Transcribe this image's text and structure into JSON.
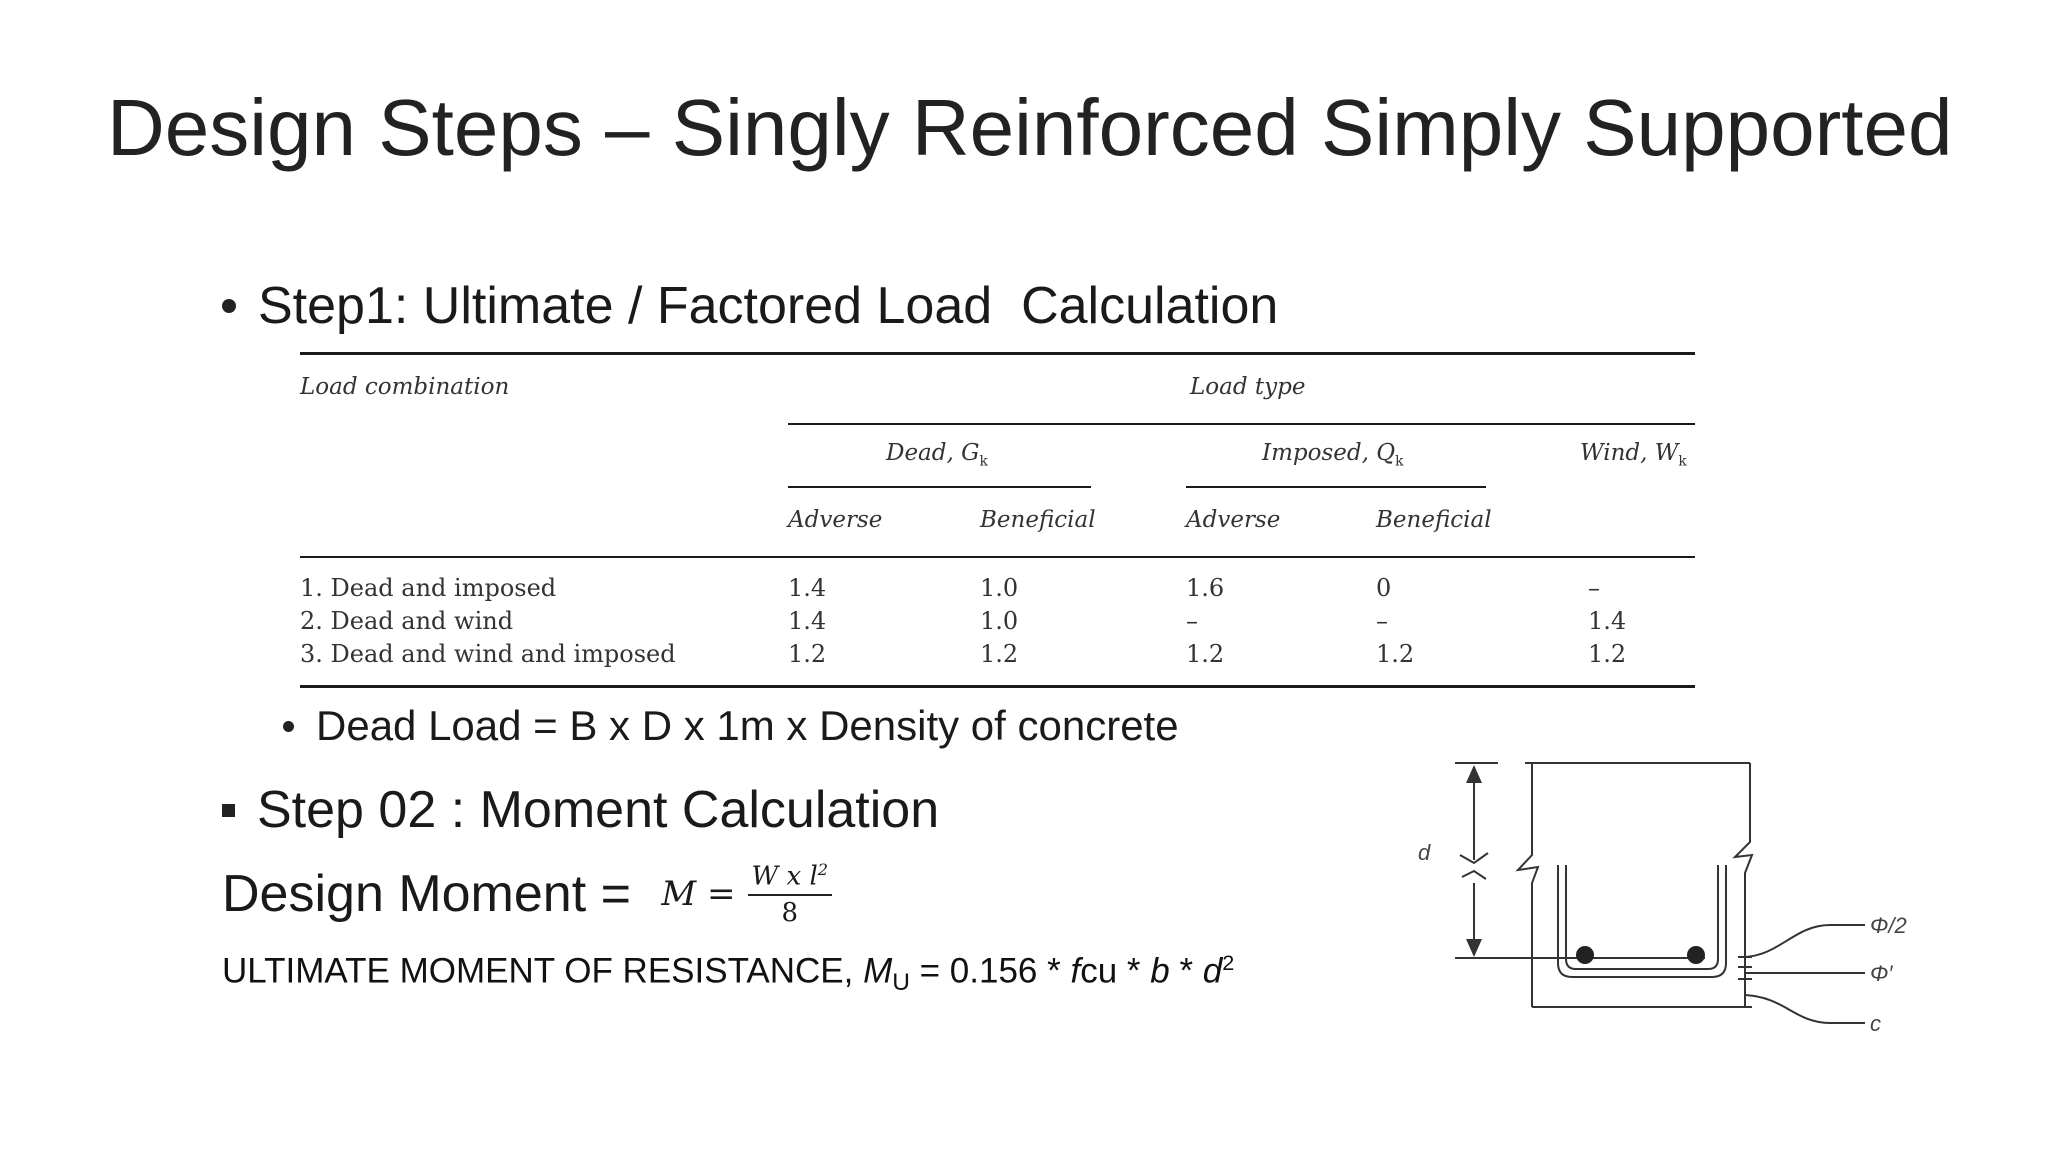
{
  "slide": {
    "title": "Design Steps – Singly Reinforced Simply Supported"
  },
  "step1": {
    "label": "Step1: Ultimate / Factored Load  Calculation"
  },
  "load_table": {
    "col_load_combination": "Load combination",
    "col_load_type": "Load type",
    "group_dead": "Dead, G",
    "group_dead_sub": "k",
    "group_imposed": "Imposed, Q",
    "group_imposed_sub": "k",
    "group_wind": "Wind, W",
    "group_wind_sub": "k",
    "sub_adverse_1": "Adverse",
    "sub_beneficial_1": "Beneficial",
    "sub_adverse_2": "Adverse",
    "sub_beneficial_2": "Beneficial",
    "rows": [
      {
        "label": "1.  Dead and imposed",
        "dead_adv": "1.4",
        "dead_ben": "1.0",
        "imp_adv": "1.6",
        "imp_ben": "0",
        "wind": "–"
      },
      {
        "label": "2.  Dead and wind",
        "dead_adv": "1.4",
        "dead_ben": "1.0",
        "imp_adv": "–",
        "imp_ben": "–",
        "wind": "1.4"
      },
      {
        "label": "3.  Dead and wind and imposed",
        "dead_adv": "1.2",
        "dead_ben": "1.2",
        "imp_adv": "1.2",
        "imp_ben": "1.2",
        "wind": "1.2"
      }
    ]
  },
  "dead_load": {
    "text": "Dead Load = B x D x 1m x Density of concrete"
  },
  "step2": {
    "label": "Step 02 : Moment Calculation"
  },
  "design_moment": {
    "label": "Design Moment = ",
    "lhs": "M =",
    "numerator": "W x l",
    "numerator_exp": "2",
    "denominator": "8"
  },
  "ultimate_moment": {
    "prefix": "ULTIMATE MOMENT OF RESISTANCE, ",
    "symbol": "M",
    "symbol_sub": "U",
    "eq": " = 0.156 * ",
    "fcu_f": "f",
    "fcu_rest": "cu * ",
    "b": "b",
    "star": " * ",
    "d": "d",
    "d_exp": "2"
  },
  "diagram": {
    "label_d": "d",
    "label_phi_half": "Φ/2",
    "label_phi_prime": "Φ′",
    "label_c": "c"
  }
}
